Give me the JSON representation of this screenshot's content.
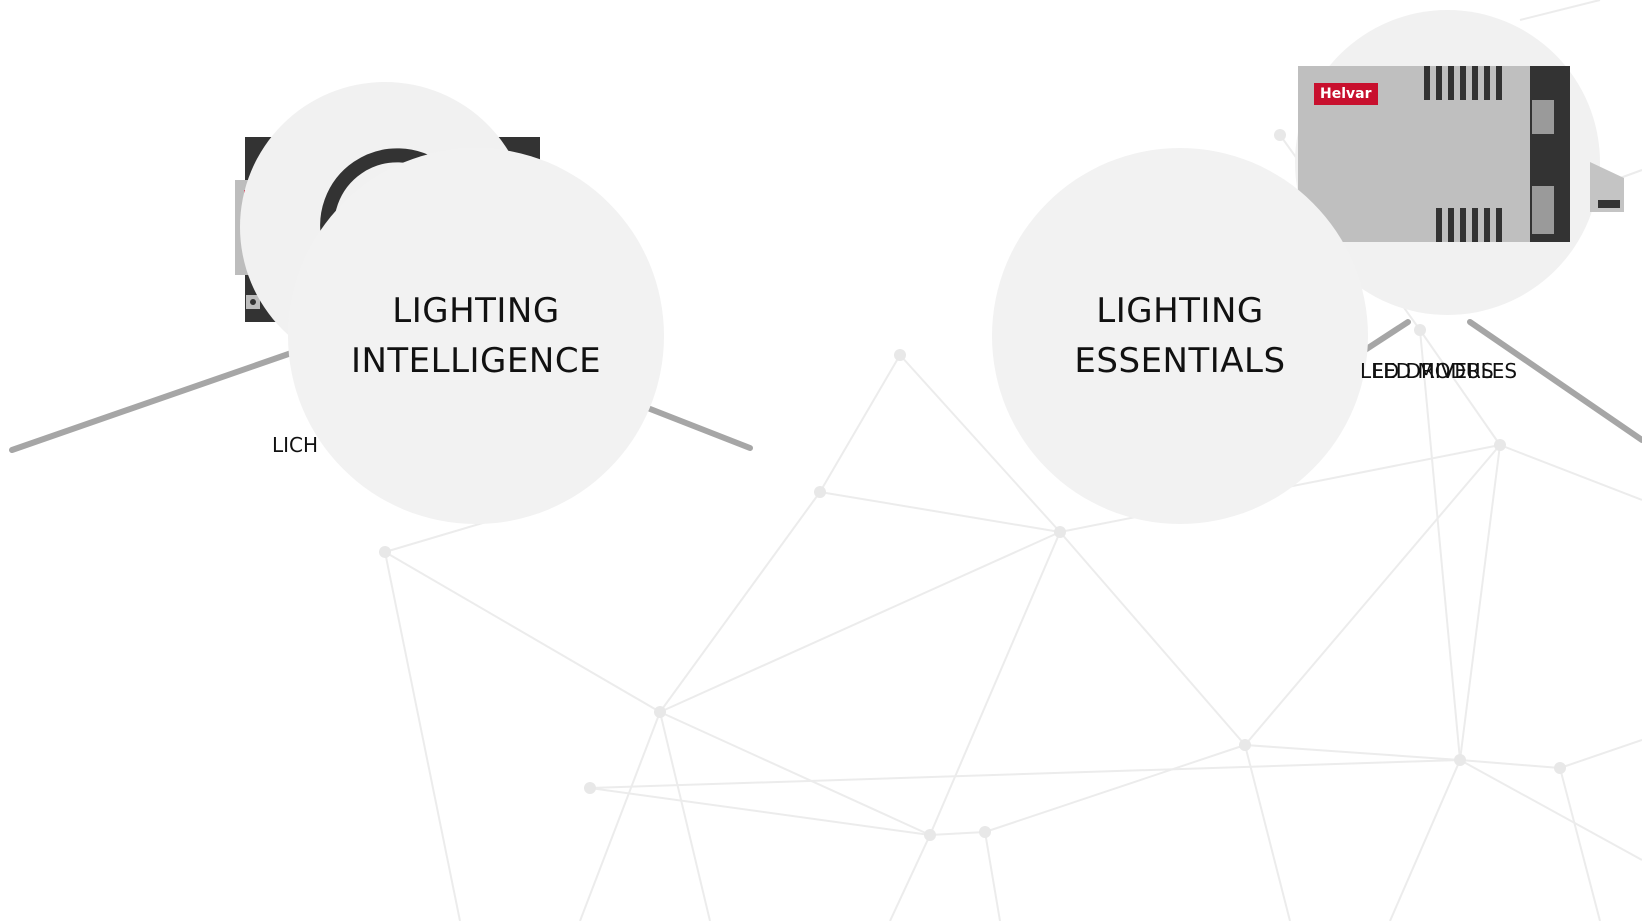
{
  "nodes": {
    "intelligence": {
      "line1": "LIGHTING",
      "line2": "INTELLIGENCE"
    },
    "essentials": {
      "line1": "LIGHTING",
      "line2": "ESSENTIALS"
    }
  },
  "labels": {
    "left_fragment": "LICH",
    "right_overlap_a": "LED DRIVERS",
    "right_overlap_b": "LED MODULES"
  },
  "device": {
    "brand": "Helvar"
  },
  "colors": {
    "circle": "#f2f2f2",
    "brand": "#c8102e",
    "connector": "#a6a6a6",
    "network": "#ececec"
  }
}
